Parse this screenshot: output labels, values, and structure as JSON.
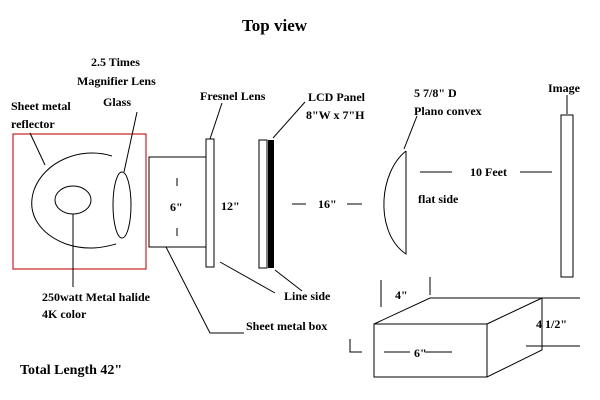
{
  "title": "Top view",
  "labels": {
    "reflector": [
      "Sheet metal",
      "reflector"
    ],
    "magnifier": [
      "2.5 Times",
      "Magnifier Lens",
      "Glass"
    ],
    "fresnel": "Fresnel Lens",
    "lcd": [
      "LCD Panel",
      "8\"W x 7\"H"
    ],
    "planoconvex": [
      "5 7/8\" D",
      "Plano convex"
    ],
    "image": "Image",
    "box_height": "6\"",
    "fresnel_height": "12\"",
    "gap_lcd_lens": "16\"",
    "throw": "10 Feet",
    "flat_side": "flat side",
    "line_side": "Line side",
    "box_label": "Sheet metal box",
    "lamp": [
      "250watt Metal halide",
      "4K color"
    ],
    "box_depth": "4\"",
    "box_width": "6\"",
    "box_box_height": "4 1/2\""
  },
  "total_length": "Total Length 42\"",
  "colors": {
    "lamp_housing": "#cc2222",
    "ink": "#000000"
  }
}
